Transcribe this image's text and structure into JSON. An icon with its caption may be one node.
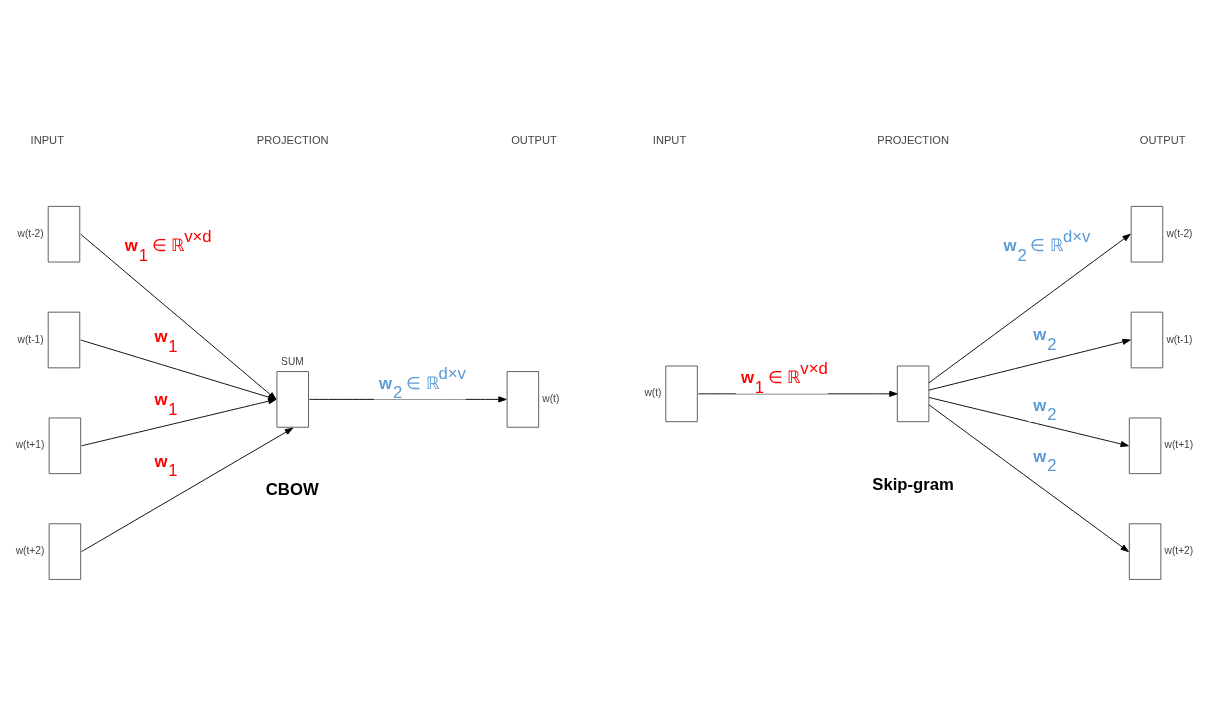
{
  "diagram": {
    "nodes": [
      {
        "text": [],
        "shape": "box",
        "beside": [
          "w(t-2)"
        ]
      },
      {
        "text": [],
        "shape": "box",
        "beside": [
          "w(t-1)"
        ]
      },
      {
        "text": [],
        "shape": "box",
        "beside": [
          "w(t+1)"
        ]
      },
      {
        "text": [],
        "shape": "box",
        "beside": [
          "w(t+2)"
        ]
      },
      {
        "text": [],
        "shape": "box",
        "beside": [
          "SUM"
        ]
      },
      {
        "text": [],
        "shape": "box",
        "beside": [
          "w(t)"
        ]
      },
      {
        "text": [],
        "shape": "box",
        "beside": [
          "w(t)"
        ]
      },
      {
        "text": [],
        "shape": "box"
      },
      {
        "text": [],
        "shape": "box",
        "beside": [
          "w(t-2)"
        ]
      },
      {
        "text": [],
        "shape": "box",
        "beside": [
          "w(t-1)"
        ]
      },
      {
        "text": [],
        "shape": "box",
        "beside": [
          "w(t+1)"
        ]
      },
      {
        "text": [],
        "shape": "box",
        "beside": [
          "w(t+2)"
        ]
      }
    ],
    "edges": [
      {
        "from": 0,
        "to": 4,
        "arrow": "to",
        "label": "**w**$_{1}$ ∈ ℝ$^{v×d}$"
      },
      {
        "from": 1,
        "to": 4,
        "arrow": "to",
        "label": "**w**$_{1}$"
      },
      {
        "from": 2,
        "to": 4,
        "arrow": "to",
        "label": "**w**$_{1}$"
      },
      {
        "from": 3,
        "to": 4,
        "arrow": "to",
        "label": "**w**$_{1}$"
      },
      {
        "from": 4,
        "to": 5,
        "arrow": "to",
        "label": "**w**$_{2}$ ∈ ℝ$^{d×v}$"
      },
      {
        "from": 6,
        "to": 7,
        "arrow": "to",
        "label": "**w**$_{1}$ ∈ ℝ$^{v×d}$"
      },
      {
        "from": 7,
        "to": 8,
        "arrow": "to",
        "label": "**w**$_{2}$ ∈ ℝ$^{d×v}$"
      },
      {
        "from": 7,
        "to": 9,
        "arrow": "to",
        "label": "**w**$_{2}$"
      },
      {
        "from": 7,
        "to": 10,
        "arrow": "to",
        "label": "**w**$_{2}$"
      },
      {
        "from": 7,
        "to": 11,
        "arrow": "to",
        "label": "**w**$_{2}$"
      }
    ],
    "labels": [
      "INPUT",
      "PROJECTION",
      "OUTPUT",
      "INPUT",
      "PROJECTION",
      "OUTPUT",
      "CBOW",
      "Skip-gram"
    ]
  }
}
